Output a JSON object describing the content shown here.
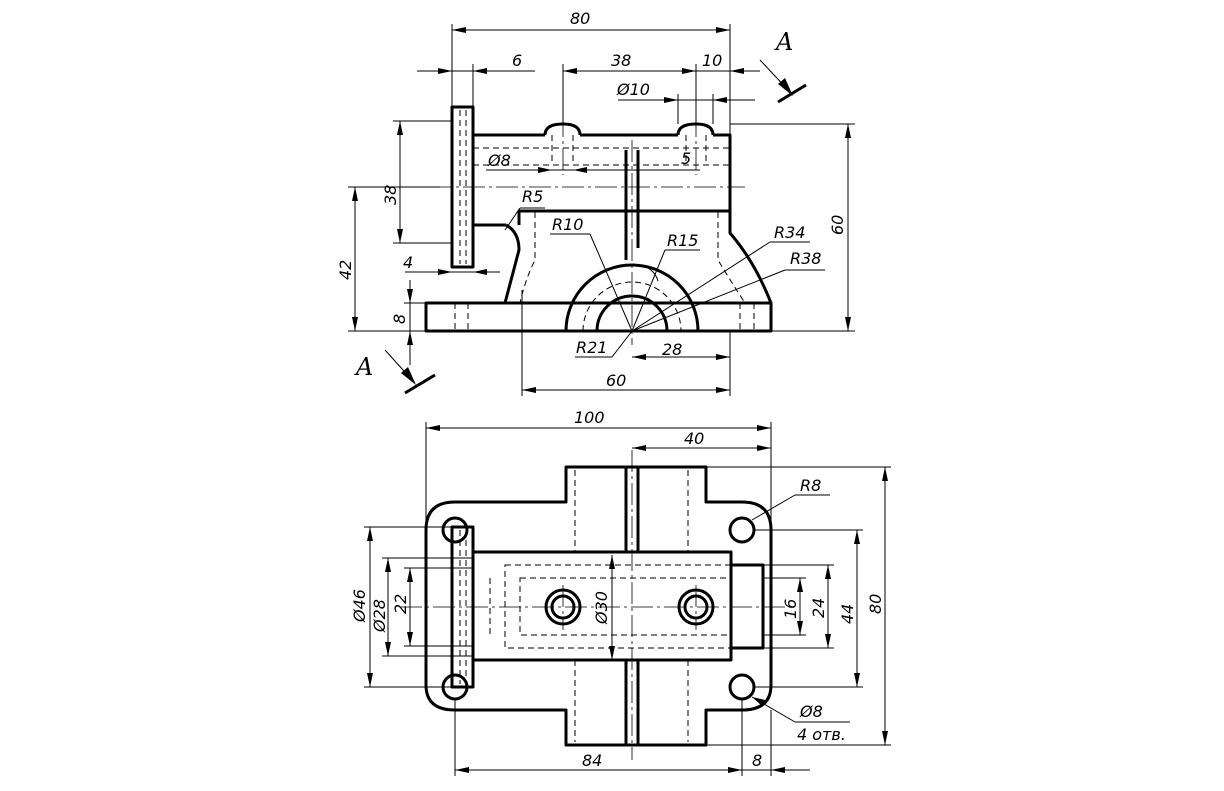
{
  "section_label": "A",
  "front_view": {
    "dims": {
      "overall_width": "80",
      "flange_thickness": "6",
      "hole_spacing": "38",
      "boss_width": "10",
      "boss_hole": "Ø10",
      "bore_small": "Ø8",
      "bore_depth": "5",
      "flange_height": "38",
      "fillet": "R5",
      "axis_height": "42",
      "base_step": "4",
      "base_height": "8",
      "r10": "R10",
      "r15": "R15",
      "r34": "R34",
      "r38": "R38",
      "r21": "R21",
      "half_width": "28",
      "body_width": "60",
      "total_height": "60"
    }
  },
  "top_view": {
    "dims": {
      "overall_length": "100",
      "half_length": "40",
      "corner_radius": "R8",
      "dia_46": "Ø46",
      "dia_28": "Ø28",
      "dim_22": "22",
      "dia_30": "Ø30",
      "dim_16": "16",
      "dim_24": "24",
      "dim_44": "44",
      "overall_depth": "80",
      "hole_dia": "Ø8",
      "hole_count": "4 отв.",
      "hole_spacing": "84",
      "edge_offset": "8"
    }
  }
}
